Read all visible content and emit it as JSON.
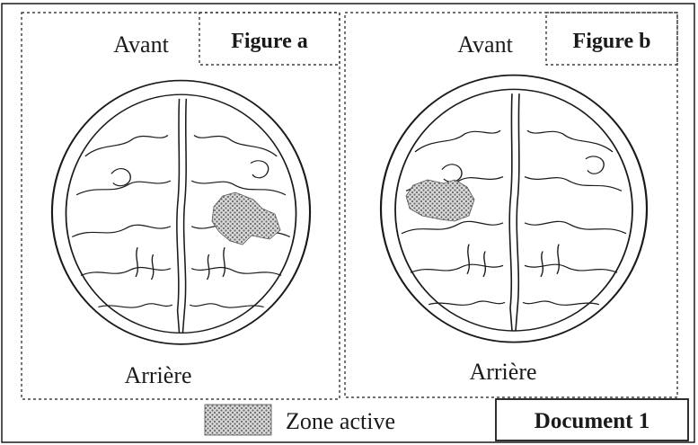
{
  "figure_a": {
    "title": "Figure a",
    "label_front": "Avant",
    "label_back": "Arrière"
  },
  "figure_b": {
    "title": "Figure b",
    "label_front": "Avant",
    "label_back": "Arrière"
  },
  "legend": {
    "active_zone_label": "Zone active"
  },
  "document_label": "Document 1",
  "colors": {
    "line": "#1a1a1a",
    "active_zone_fill": "#8a8a8a"
  }
}
